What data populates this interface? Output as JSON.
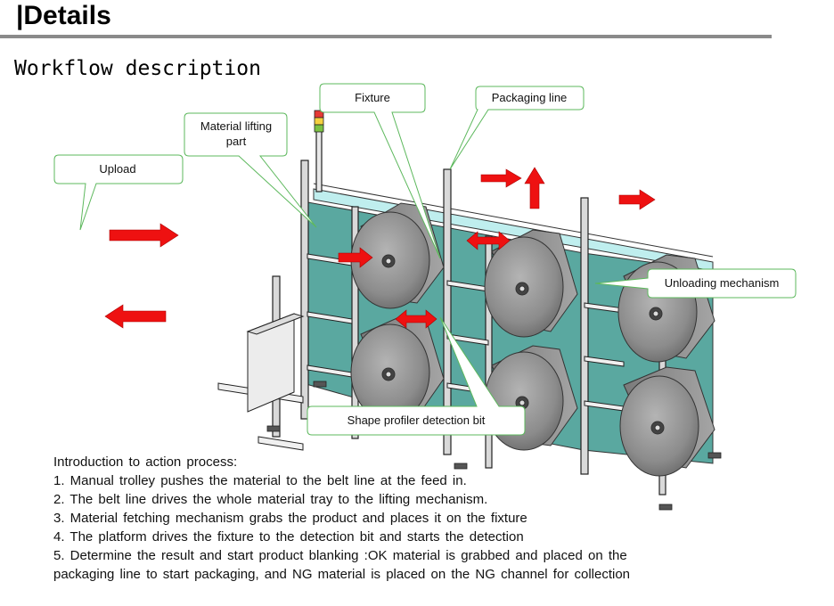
{
  "header": {
    "title": "|Details"
  },
  "section": {
    "subtitle": "Workflow description"
  },
  "callouts": {
    "upload": "Upload",
    "material_lifting_1": "Material lifting",
    "material_lifting_2": "part",
    "fixture": "Fixture",
    "packaging_line": "Packaging line",
    "unloading_mechanism": "Unloading mechanism",
    "shape_profiler": "Shape profiler detection bit"
  },
  "intro": {
    "heading": "Introduction to action process:",
    "lines": [
      "1. Manual trolley pushes the material to the belt line at the feed in.",
      "2. The belt line drives the whole material tray to the lifting mechanism.",
      "3. Material fetching mechanism grabs the product and places it on the fixture",
      "4. The platform drives the fixture to the detection bit and starts the detection",
      "5. Determine the result and start product blanking :OK material is grabbed and placed on the",
      "packaging line to start packaging, and NG material is placed on the NG channel for collection"
    ]
  },
  "colors": {
    "arrow": "#ee1111",
    "callout_border": "#5db85d",
    "teal_panel": "#5aa8a0",
    "roll": "#8e8e8e",
    "rule": "#8a8a8a"
  }
}
